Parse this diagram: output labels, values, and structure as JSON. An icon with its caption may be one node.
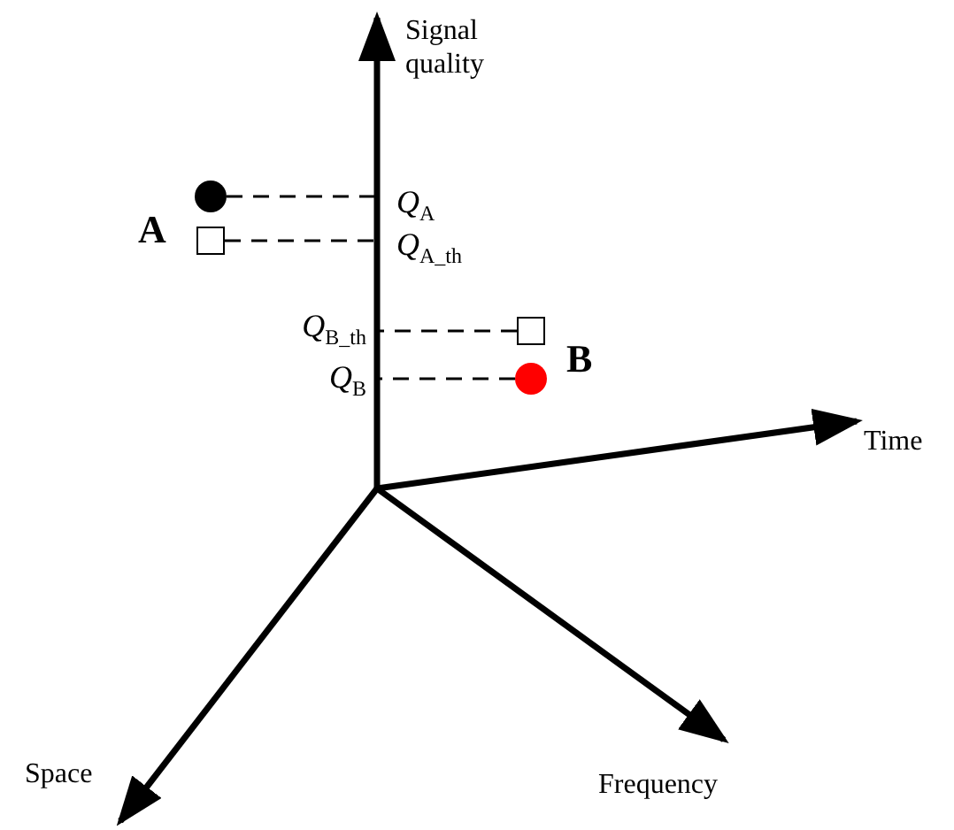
{
  "diagram": {
    "nodes": [
      {
        "text": [],
        "shape": "circle"
      },
      {
        "text": [
          "*Q*$_{A}$"
        ]
      },
      {
        "text": [],
        "shape": "box"
      },
      {
        "text": [
          "*Q*$_{A_th}$"
        ]
      },
      {
        "text": [
          "*Q*$_{B_th}$"
        ]
      },
      {
        "text": [],
        "shape": "box"
      },
      {
        "text": [
          "*Q*$_{B}$"
        ]
      },
      {
        "text": [],
        "shape": "circle"
      }
    ],
    "edges": [
      {
        "from": 0,
        "to": 1,
        "arrow": "none",
        "style": "dashed"
      },
      {
        "from": 2,
        "to": 3,
        "arrow": "none",
        "style": "dashed"
      },
      {
        "from": 5,
        "to": 4,
        "arrow": "none",
        "style": "dashed"
      },
      {
        "from": 7,
        "to": 6,
        "arrow": "none",
        "style": "dashed"
      }
    ],
    "labels": [
      "Signal quality",
      "A",
      "B",
      "Time",
      "Space",
      "Frequency"
    ]
  }
}
